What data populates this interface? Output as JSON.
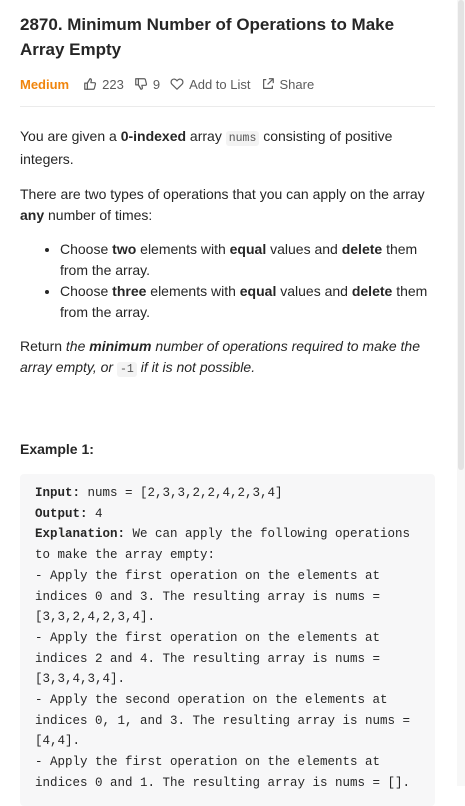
{
  "problem": {
    "title": "2870. Minimum Number of Operations to Make Array Empty",
    "difficulty": "Medium",
    "likes": "223",
    "dislikes": "9",
    "add_to_list": "Add to List",
    "share": "Share"
  },
  "description": {
    "p1": {
      "a": "You are given a ",
      "b": "0-indexed",
      "c": " array ",
      "code": "nums",
      "d": " consisting of positive integers."
    },
    "p2": {
      "a": "There are two types of operations that you can apply on the array ",
      "b": "any",
      "c": " number of times:"
    },
    "bullets": [
      {
        "a": "Choose ",
        "b": "two",
        "c": " elements with ",
        "d": "equal",
        "e": " values and ",
        "f": "delete",
        "g": " them from the array."
      },
      {
        "a": "Choose ",
        "b": "three",
        "c": " elements with ",
        "d": "equal",
        "e": " values and ",
        "f": "delete",
        "g": " them from the array."
      }
    ],
    "p3": {
      "a": "Return ",
      "b": "the ",
      "c": "minimum",
      "d": " number of operations required to make the array empty, or ",
      "code": "-1",
      "e": " if it is not possible."
    }
  },
  "example": {
    "heading": "Example 1:",
    "input_label": "Input:",
    "input_value": " nums = [2,3,3,2,2,4,2,3,4]",
    "output_label": "Output:",
    "output_value": " 4",
    "explanation_label": "Explanation:",
    "explanation_value": " We can apply the following operations to make the array empty:\n- Apply the first operation on the elements at indices 0 and 3. The resulting array is nums = [3,3,2,4,2,3,4].\n- Apply the first operation on the elements at indices 2 and 4. The resulting array is nums = [3,3,4,3,4].\n- Apply the second operation on the elements at indices 0, 1, and 3. The resulting array is nums = [4,4].\n- Apply the first operation on the elements at indices 0 and 1. The resulting array is nums = []."
  }
}
